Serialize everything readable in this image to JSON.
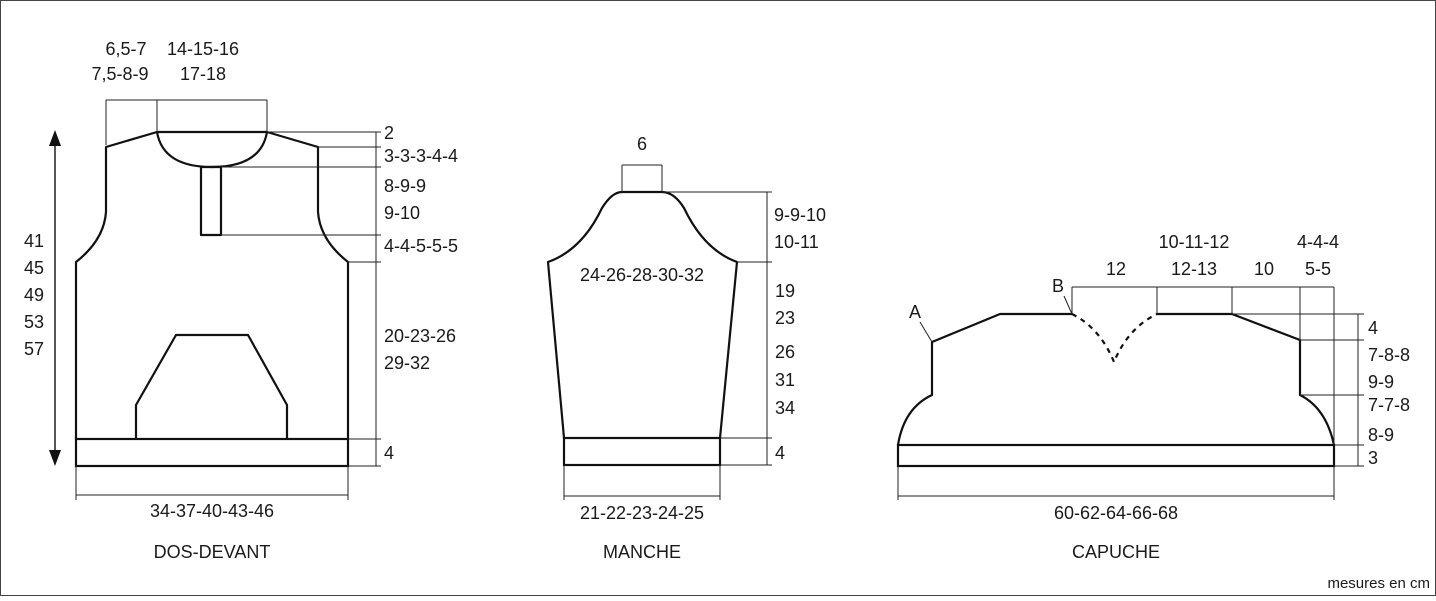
{
  "units_note": "mesures en cm",
  "dos_devant": {
    "title": "DOS-DEVANT",
    "shoulder_line1": "6,5-7",
    "shoulder_line2": "7,5-8-9",
    "neck_line1": "14-15-16",
    "neck_line2": "17-18",
    "total_height": [
      "41",
      "45",
      "49",
      "53",
      "57"
    ],
    "right_dims": [
      "2",
      "3-3-3-4-4",
      "8-9-9",
      "9-10",
      "4-4-5-5-5",
      "20-23-26",
      "29-32",
      "4"
    ],
    "width": "34-37-40-43-46"
  },
  "manche": {
    "title": "MANCHE",
    "top_width": "6",
    "cap_height_line1": "9-9-10",
    "cap_height_line2": "10-11",
    "upper_width": "24-26-28-30-32",
    "length": [
      "19",
      "23",
      "26",
      "31",
      "34"
    ],
    "cuff": "4",
    "width": "21-22-23-24-25"
  },
  "capuche": {
    "title": "CAPUCHE",
    "label_a": "A",
    "label_b": "B",
    "top_dims": [
      "12",
      "10-11-12",
      "12-13",
      "10",
      "4-4-4",
      "5-5"
    ],
    "right_dims": [
      "4",
      "7-8-8",
      "9-9",
      "7-7-8",
      "8-9",
      "3"
    ],
    "width": "60-62-64-66-68"
  }
}
